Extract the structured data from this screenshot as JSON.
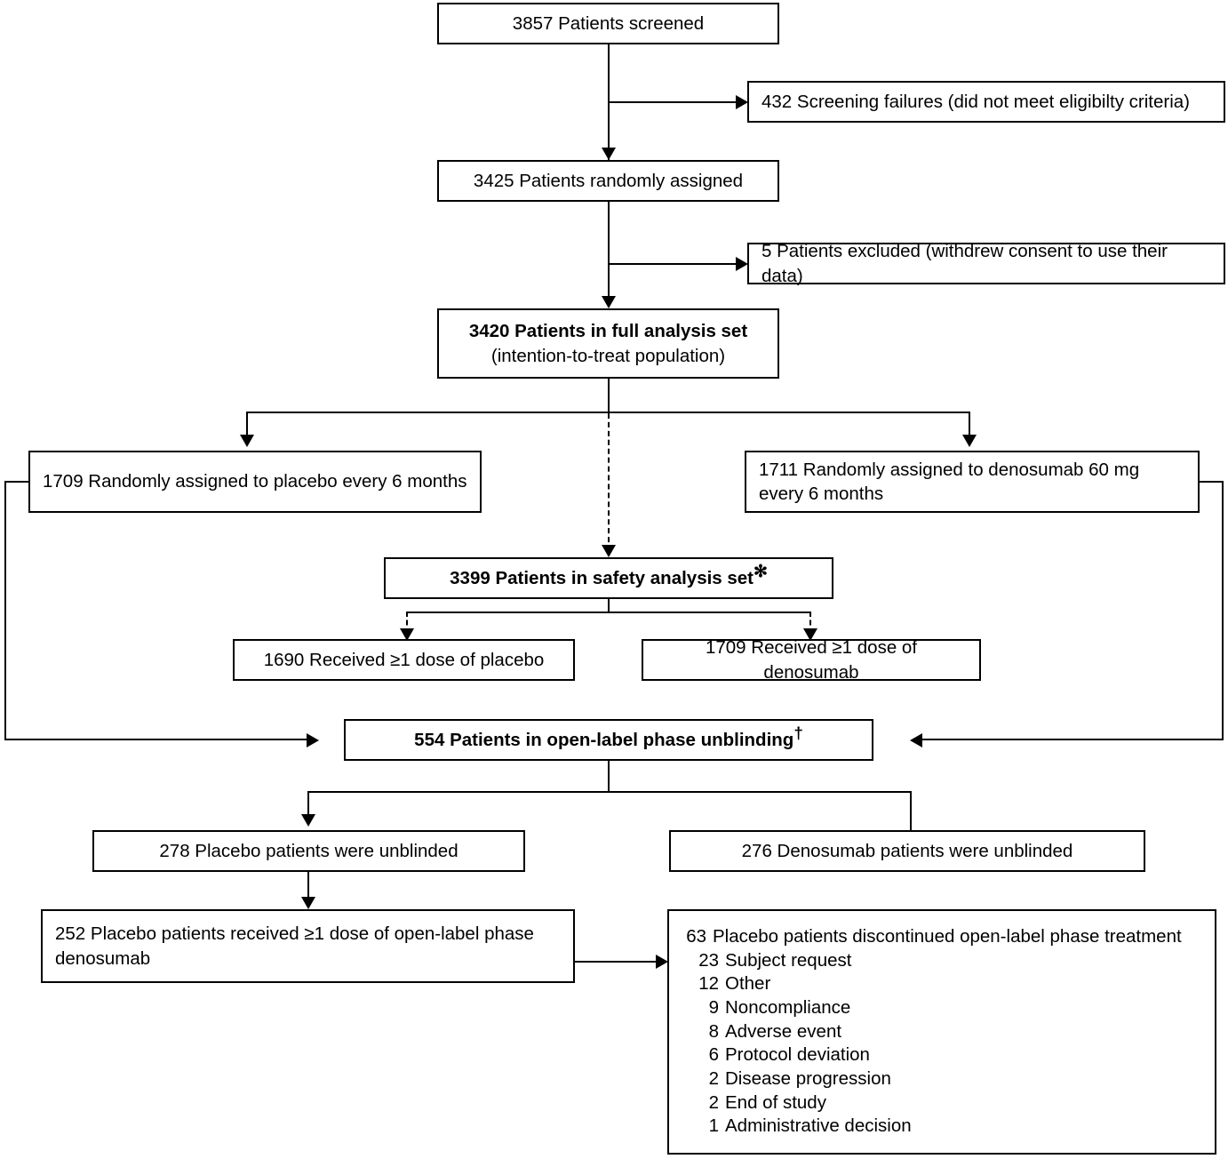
{
  "flowchart": {
    "title": "CONSORT patient disposition flow diagram",
    "nodes": {
      "screened": {
        "label": "3857 Patients screened"
      },
      "screening_failures": {
        "label": "432 Screening failures  (did not meet eligibilty criteria)"
      },
      "randomized": {
        "label": "3425 Patients randomly assigned"
      },
      "excluded": {
        "label": "5 Patients excluded  (withdrew consent to use their data)"
      },
      "full_analysis": {
        "line1": "3420 Patients in full analysis set",
        "line2": "(intention-to-treat population)"
      },
      "placebo_assigned": {
        "label": "1709 Randomly assigned to placebo every 6 months"
      },
      "denosumab_assigned": {
        "label": "1711 Randomly assigned to denosumab 60 mg every 6 months"
      },
      "safety_analysis": {
        "label": "3399 Patients in safety analysis set",
        "marker": "✻"
      },
      "placebo_dosed": {
        "label": "1690 Received ≥1 dose of placebo"
      },
      "denosumab_dosed": {
        "label": "1709  Received ≥1 dose of denosumab"
      },
      "unblinding": {
        "label": "554 Patients in open-label phase unblinding",
        "marker": "†"
      },
      "placebo_unblinded": {
        "label": "278 Placebo patients were unblinded"
      },
      "denosumab_unblinded": {
        "label": "276 Denosumab patients were unblinded"
      },
      "placebo_openlabel_dose": {
        "label": "252 Placebo patients received ≥1 dose of open-label phase denosumab"
      },
      "discontinued": {
        "headline_count": "63",
        "headline_text": "Placebo patients discontinued open-label phase treatment",
        "reasons": [
          {
            "count": "23",
            "label": "Subject request"
          },
          {
            "count": "12",
            "label": "Other"
          },
          {
            "count": "9",
            "label": "Noncompliance"
          },
          {
            "count": "8",
            "label": "Adverse event"
          },
          {
            "count": "6",
            "label": "Protocol deviation"
          },
          {
            "count": "2",
            "label": "Disease progression"
          },
          {
            "count": "2",
            "label": "End of study"
          },
          {
            "count": "1",
            "label": "Administrative decision"
          }
        ]
      }
    },
    "colors": {
      "line": "#000000",
      "background": "#ffffff",
      "text": "#000000"
    }
  }
}
